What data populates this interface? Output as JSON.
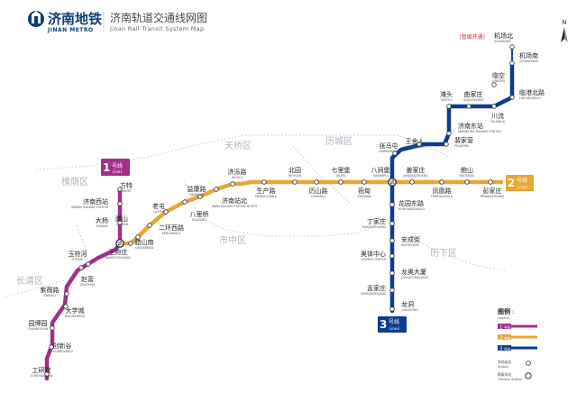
{
  "header": {
    "logo_text": "济南地铁",
    "logo_en": "JINAN METRO",
    "title": "济南轨道交通线网图",
    "subtitle": "Jinan Rail Transit System Map"
  },
  "north_label": "N",
  "districts": [
    {
      "name": "槐荫区"
    },
    {
      "name": "天桥区"
    },
    {
      "name": "历城区"
    },
    {
      "name": "市中区"
    },
    {
      "name": "长清区"
    },
    {
      "name": "历下区"
    }
  ],
  "lines": [
    {
      "id": "line1",
      "color": "#a0308a",
      "num": "1",
      "zh": "号线",
      "en": "Line1"
    },
    {
      "id": "line2",
      "color": "#e8a634",
      "num": "2",
      "zh": "号线",
      "en": "Line2"
    },
    {
      "id": "line3",
      "color": "#0a3d8f",
      "num": "3",
      "zh": "号线",
      "en": "Line3"
    }
  ],
  "stations": {
    "line1": [
      {
        "zh": "方特",
        "en": "FANGTE"
      },
      {
        "zh": "济南西站",
        "en": "JINANXI RAILWAY STATION"
      },
      {
        "zh": "大杨",
        "en": "DAYANG"
      },
      {
        "zh": "王府庄",
        "en": "WANGFUZHUANG"
      },
      {
        "zh": "玉符河",
        "en": "YUFUHE"
      },
      {
        "zh": "赵营",
        "en": "ZHAOYING"
      },
      {
        "zh": "紫薇路",
        "en": "ZIWEILU"
      },
      {
        "zh": "大学城",
        "en": "DAXUECHENG"
      },
      {
        "zh": "园博园",
        "en": "YUANBOYUAN"
      },
      {
        "zh": "创新谷",
        "en": "CHUANGXINGU"
      },
      {
        "zh": "工研院",
        "en": "GONGYANYUAN"
      }
    ],
    "line2": [
      {
        "zh": "王府庄",
        "en": "WANGFUZHUANG"
      },
      {
        "zh": "腊山南",
        "en": "LASHANNAN"
      },
      {
        "zh": "腊山",
        "en": "LASHAN"
      },
      {
        "zh": "老屯",
        "en": "LAOTUN"
      },
      {
        "zh": "二环西路",
        "en": "ERHUANXILU"
      },
      {
        "zh": "八里桥",
        "en": "BALIQIAO"
      },
      {
        "zh": "益康路",
        "en": "YIKANGLU"
      },
      {
        "zh": "济南站北",
        "en": "JINAN RAILWAY STATION NORTH"
      },
      {
        "zh": "济泺路",
        "en": "JILUOLU"
      },
      {
        "zh": "生产路",
        "en": "SHENGCHANLU"
      },
      {
        "zh": "北园",
        "en": "BEIYUAN"
      },
      {
        "zh": "历山路",
        "en": "LISHANLU"
      },
      {
        "zh": "七里堡",
        "en": "QILIPU"
      },
      {
        "zh": "祝甸",
        "en": "ZHUDIAN"
      },
      {
        "zh": "八涧堡",
        "en": "BAJIANPU"
      },
      {
        "zh": "姜家庄",
        "en": "JIANGJIAZHUANG"
      },
      {
        "zh": "凤凰路",
        "en": "FENGHUANGLU"
      },
      {
        "zh": "鲍山",
        "en": "BAOSHAN"
      },
      {
        "zh": "彭家庄",
        "en": "PENGJIAZHUANG"
      }
    ],
    "line3": [
      {
        "zh": "机场北",
        "en": "JICHANGBEI"
      },
      {
        "zh": "机场南",
        "en": "JICHANGNAN"
      },
      {
        "zh": "临空",
        "en": "LINKONG"
      },
      {
        "zh": "临港北路",
        "en": "LINGANGBEILU"
      },
      {
        "zh": "川流",
        "en": "CHUANLIU"
      },
      {
        "zh": "曲家庄",
        "en": "QUJIAZHUANG"
      },
      {
        "zh": "滩头",
        "en": "TANTOU"
      },
      {
        "zh": "济南东站",
        "en": "JINANDONG RAILWAY STATION"
      },
      {
        "zh": "裴家营",
        "en": "PEIJIAYING"
      },
      {
        "zh": "王舍人",
        "en": "WANGSHEREN"
      },
      {
        "zh": "张马屯",
        "en": "ZHANGMATUN"
      },
      {
        "zh": "花园东路",
        "en": "HUAYUANDONGLU"
      },
      {
        "zh": "丁家庄",
        "en": "DINGJIAZHUANG"
      },
      {
        "zh": "安成街",
        "en": "ANCHENGJIE"
      },
      {
        "zh": "奥体中心",
        "en": "OLYMPIC CENTER"
      },
      {
        "zh": "龙奥大厦",
        "en": "LONGAO BUILDING"
      },
      {
        "zh": "孟家庄",
        "en": "MENGJIAZHUANG"
      },
      {
        "zh": "龙洞",
        "en": "LONGDONG"
      }
    ]
  },
  "notice": "(暂缓开通)",
  "legend": {
    "title": "图例",
    "title_en": "Legend",
    "items": [
      {
        "num": "1",
        "zh": "号线"
      },
      {
        "num": "2",
        "zh": "号线"
      },
      {
        "num": "3",
        "zh": "号线"
      }
    ],
    "station_label": "车站站点",
    "station_en": "Station",
    "transfer_label": "换乘车站",
    "transfer_en": "Transfer Station"
  },
  "colors": {
    "line1": "#a0308a",
    "line2": "#e8a634",
    "line3": "#0a3d8f",
    "district": "#aab4bf",
    "district_boundary": "#c8c8c8",
    "logo": "#0d3c7a"
  },
  "icons": [
    "metro-logo-icon",
    "compass-icon",
    "transfer-station-icon",
    "station-icon"
  ]
}
